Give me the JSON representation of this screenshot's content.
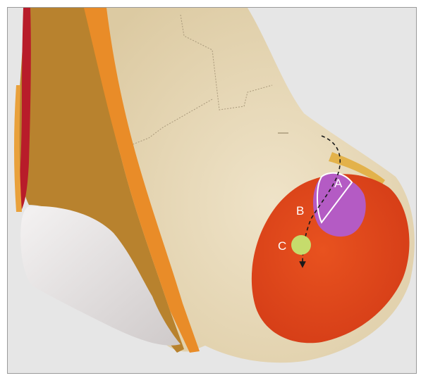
{
  "labels": {
    "a": "A",
    "b": "B",
    "c": "C"
  },
  "colors": {
    "background": "#e6e6e6",
    "bone": "#e9dcc0",
    "cartilage_orange": "#e98c28",
    "tendon_brown": "#b8822e",
    "insertion_red": "#e0451c",
    "footprint_purple": "#b45bc4",
    "marker_green": "#c6dc6c",
    "artery_red": "#b81c2a",
    "arrow": "#1a1a1a"
  }
}
